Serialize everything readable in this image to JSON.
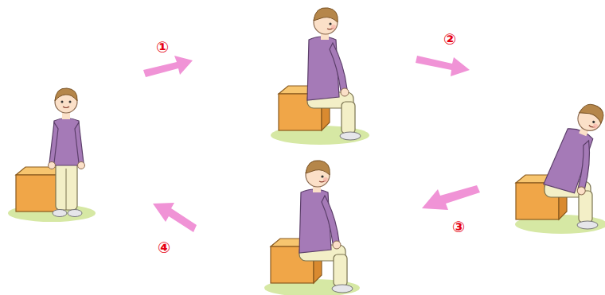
{
  "diagram": {
    "labels": [
      "①",
      "②",
      "③",
      "④"
    ]
  }
}
